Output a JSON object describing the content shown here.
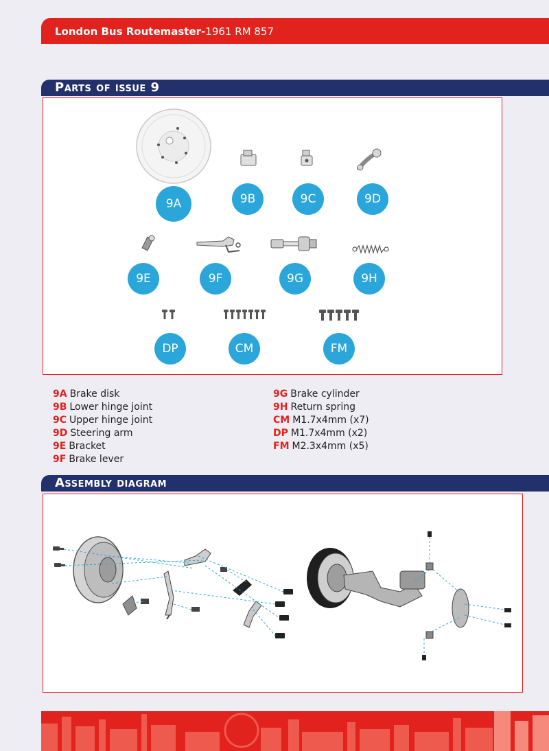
{
  "header": {
    "title_bold": "London Bus Routemaster-",
    "title_rest": "1961 RM 857",
    "color": "#e1221d"
  },
  "parts_section": {
    "title": "Parts of issue 9"
  },
  "badges": {
    "p9a": "9A",
    "p9b": "9B",
    "p9c": "9C",
    "p9d": "9D",
    "p9e": "9E",
    "p9f": "9F",
    "p9g": "9G",
    "p9h": "9H",
    "pdp": "DP",
    "pcm": "CM",
    "pfm": "FM"
  },
  "parts_list_left": [
    {
      "code": "9A",
      "name": "Brake disk"
    },
    {
      "code": "9B",
      "name": "Lower hinge joint"
    },
    {
      "code": "9C",
      "name": "Upper hinge joint"
    },
    {
      "code": "9D",
      "name": "Steering arm"
    },
    {
      "code": "9E",
      "name": "Bracket"
    },
    {
      "code": "9F",
      "name": "Brake lever"
    }
  ],
  "parts_list_right": [
    {
      "code": "9G",
      "name": "Brake cylinder"
    },
    {
      "code": "9H",
      "name": "Return spring"
    },
    {
      "code": "CM",
      "name": "M1.7x4mm (x7)"
    },
    {
      "code": "DP",
      "name": "M1.7x4mm (x2)"
    },
    {
      "code": "FM",
      "name": "M2.3x4mm (x5)"
    }
  ],
  "assembly_section": {
    "title": "Assembly diagram"
  },
  "colors": {
    "accent_red": "#e1221d",
    "navy": "#22306b",
    "badge_blue": "#2aa6da"
  }
}
